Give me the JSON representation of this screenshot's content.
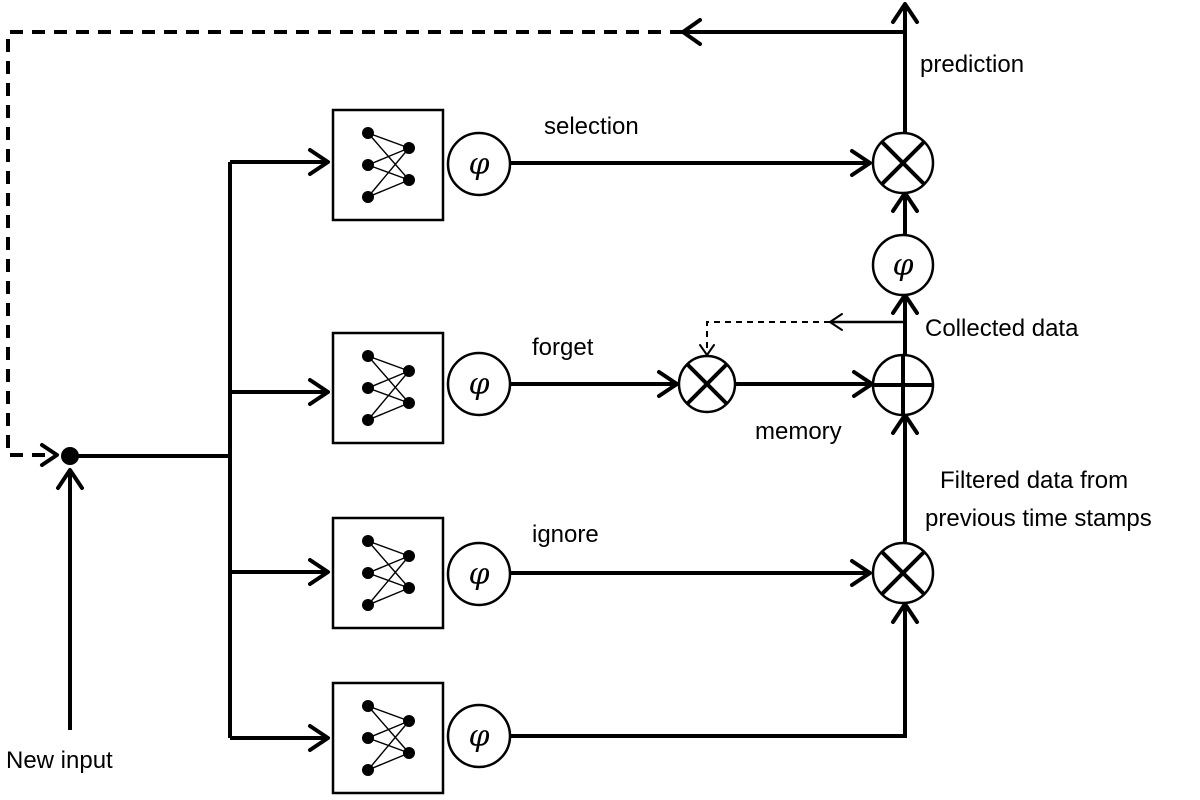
{
  "labels": {
    "prediction": "prediction",
    "selection": "selection",
    "forget": "forget",
    "ignore": "ignore",
    "memory": "memory",
    "collected_data": "Collected data",
    "filtered_line1": "Filtered data from",
    "filtered_line2": "previous time stamps",
    "new_input": "New input"
  },
  "activation_symbol": "φ"
}
